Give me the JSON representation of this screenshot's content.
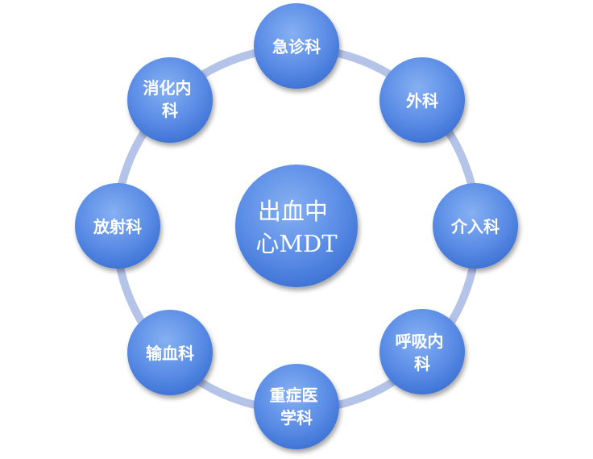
{
  "center": {
    "lines": [
      "出血中",
      "心MDT"
    ]
  },
  "nodes": [
    {
      "id": "emergency",
      "lines": [
        "急诊科"
      ]
    },
    {
      "id": "surgery",
      "lines": [
        "外科"
      ]
    },
    {
      "id": "interventional",
      "lines": [
        "介入科"
      ]
    },
    {
      "id": "respiratory",
      "lines": [
        "呼吸内",
        "科"
      ]
    },
    {
      "id": "critical-care",
      "lines": [
        "重症医",
        "学科"
      ]
    },
    {
      "id": "transfusion",
      "lines": [
        "输血科"
      ]
    },
    {
      "id": "radiology",
      "lines": [
        "放射科"
      ]
    },
    {
      "id": "gastroenterology",
      "lines": [
        "消化内",
        "科"
      ]
    }
  ],
  "colors": {
    "ring": "#b4c3e8",
    "node_fill_top": "#7aa6ee",
    "node_fill_bottom": "#3d73d6",
    "text": "#ffffff"
  }
}
